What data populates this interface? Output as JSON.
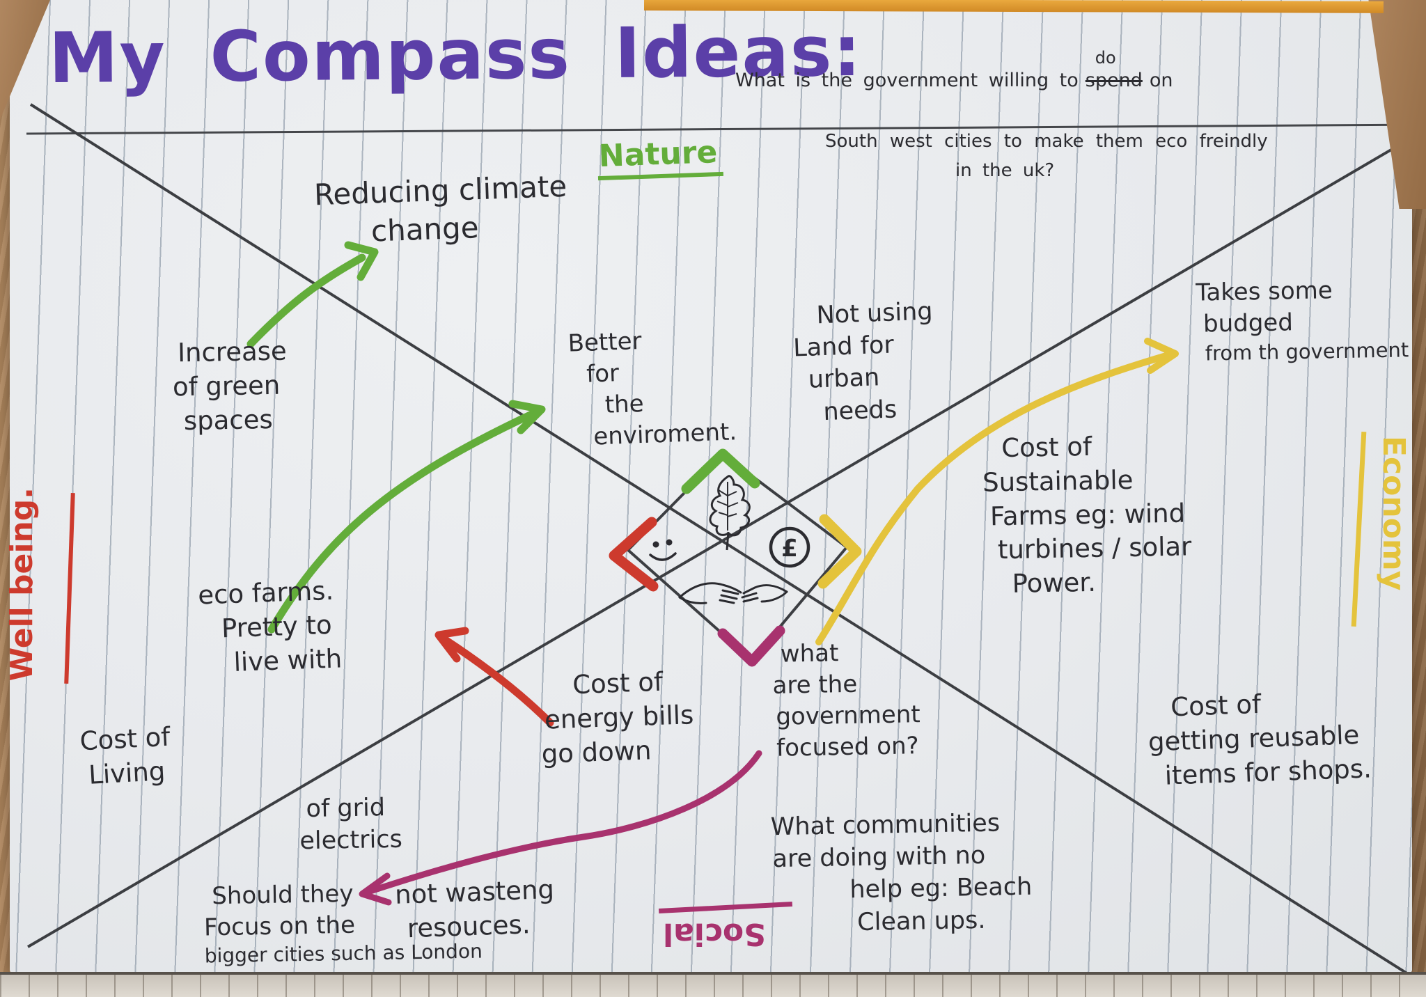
{
  "page": {
    "title": "My Compass Ideas:"
  },
  "question": {
    "line1_start": "What is the government willing to",
    "crossed_out": "spend",
    "correction": "do",
    "line1_end": "on",
    "line2": "South west cities to make them eco freindly",
    "line3": "in the uk?"
  },
  "axes": {
    "north": {
      "label": "Nature"
    },
    "east": {
      "label": "Economy"
    },
    "south": {
      "label": "Social"
    },
    "west": {
      "label": "Well being."
    }
  },
  "center": {
    "pound_symbol": "£",
    "icons": [
      "oak-leaf-icon",
      "smiley-face-icon",
      "pound-sterling-icon",
      "handshake-icon"
    ]
  },
  "notes": {
    "reducing": {
      "lines": [
        "Reducing climate",
        "change"
      ]
    },
    "increase": {
      "lines": [
        "Increase",
        "of green",
        "spaces"
      ]
    },
    "better": {
      "lines": [
        "Better",
        "for",
        "the",
        "enviroment."
      ]
    },
    "not_using": {
      "lines": [
        "Not using",
        "Land for",
        "urban",
        "needs"
      ]
    },
    "takes_budget": {
      "lines": [
        "Takes some",
        "budged",
        "from th government"
      ]
    },
    "cost_sustainable": {
      "lines": [
        "Cost of",
        "Sustainable",
        "Farms eg: wind",
        "turbines / solar",
        "Power."
      ]
    },
    "eco_farms": {
      "lines": [
        "eco farms.",
        "Pretty to",
        "live with"
      ]
    },
    "cost_living": {
      "lines": [
        "Cost of",
        "Living"
      ]
    },
    "cost_energy": {
      "lines": [
        "Cost of",
        "energy bills",
        "go down"
      ]
    },
    "off_grid": {
      "lines": [
        "of grid",
        "electrics"
      ]
    },
    "focus_cities": {
      "lines": [
        "Should they",
        "Focus on the",
        "bigger cities such as London"
      ]
    },
    "not_wasting": {
      "lines": [
        "not wasteng",
        "resouces."
      ]
    },
    "gov_focus": {
      "lines": [
        "what",
        "are the",
        "government",
        "focused on?"
      ]
    },
    "communities": {
      "lines": [
        "What communities",
        "are doing with no",
        "help eg: Beach",
        "Clean ups."
      ]
    },
    "cost_reusable": {
      "lines": [
        "Cost of",
        "getting reusable",
        "items for shops."
      ]
    }
  },
  "colors": {
    "title": "#5b3fa8",
    "ink": "#2b2b30",
    "line": "#3c3e42",
    "nature": "#63ad3a",
    "economy": "#e4c33c",
    "social": "#a8326e",
    "wellbeing": "#cd3a2d"
  }
}
